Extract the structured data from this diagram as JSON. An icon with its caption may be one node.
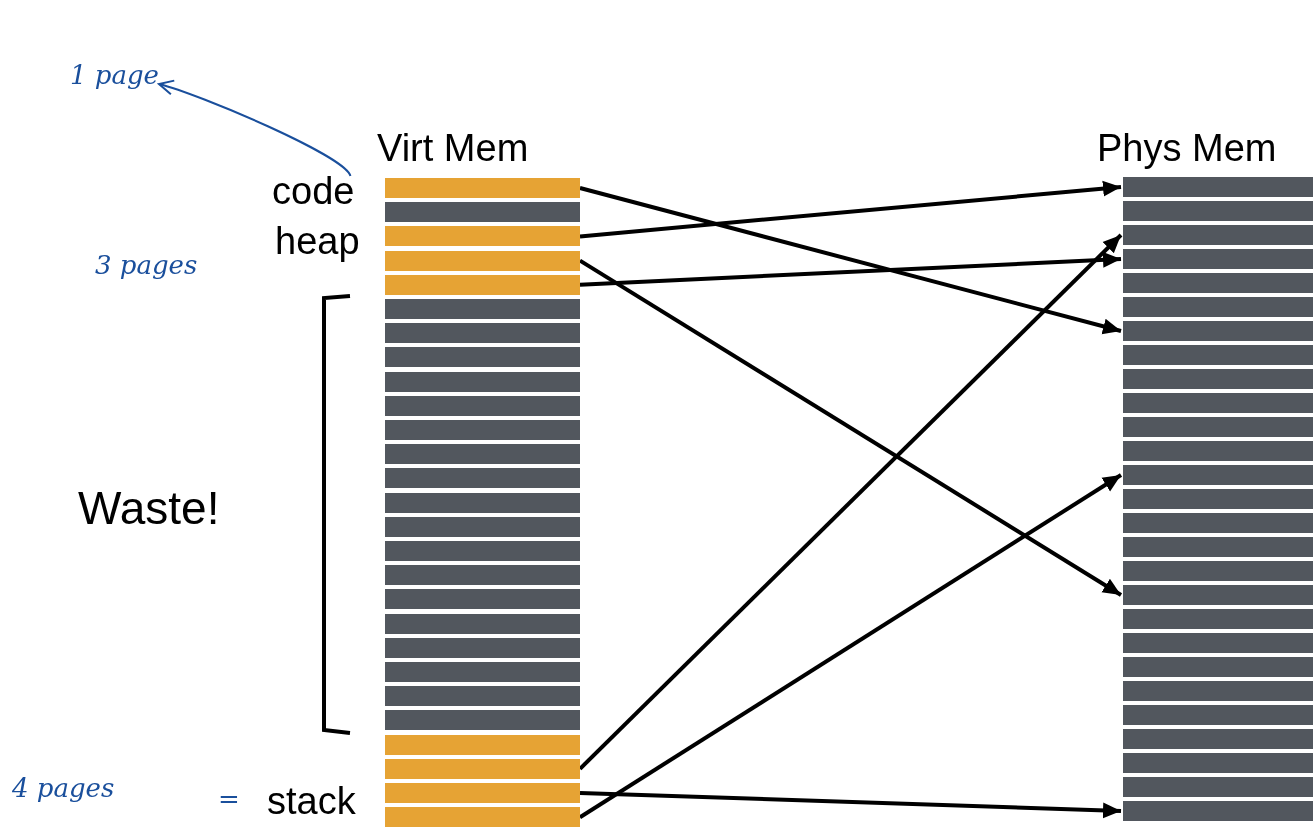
{
  "diagram": {
    "nodes": [
      {
        "text": [
          "Virt Mem"
        ]
      },
      {
        "text": [],
        "shape": "bar",
        "in": 0
      },
      {
        "text": [],
        "shape": "bar",
        "in": 0
      },
      {
        "text": [],
        "shape": "bar",
        "in": 0
      },
      {
        "text": [],
        "shape": "bar",
        "in": 0
      },
      {
        "text": [],
        "shape": "bar",
        "in": 0
      },
      {
        "text": [],
        "shape": "bar",
        "in": 0
      },
      {
        "text": [],
        "shape": "bar",
        "in": 0
      },
      {
        "text": [],
        "shape": "bar",
        "in": 0
      },
      {
        "text": [],
        "shape": "bar",
        "in": 0
      },
      {
        "text": [],
        "shape": "bar",
        "in": 0
      },
      {
        "text": [],
        "shape": "bar",
        "in": 0
      },
      {
        "text": [],
        "shape": "bar",
        "in": 0
      },
      {
        "text": [],
        "shape": "bar",
        "in": 0
      },
      {
        "text": [],
        "shape": "bar",
        "in": 0
      },
      {
        "text": [],
        "shape": "bar",
        "in": 0
      },
      {
        "text": [],
        "shape": "bar",
        "in": 0
      },
      {
        "text": [],
        "shape": "bar",
        "in": 0
      },
      {
        "text": [],
        "shape": "bar",
        "in": 0
      },
      {
        "text": [],
        "shape": "bar",
        "in": 0
      },
      {
        "text": [],
        "shape": "bar",
        "in": 0
      },
      {
        "text": [],
        "shape": "bar",
        "in": 0
      },
      {
        "text": [],
        "shape": "bar",
        "in": 0
      },
      {
        "text": [],
        "shape": "bar",
        "in": 0
      },
      {
        "text": [],
        "shape": "bar",
        "in": 0
      },
      {
        "text": [],
        "shape": "bar",
        "in": 0
      },
      {
        "text": [],
        "shape": "bar",
        "in": 0
      },
      {
        "text": [],
        "shape": "bar",
        "in": 0
      },
      {
        "text": [
          "Phys Mem"
        ]
      },
      {
        "text": [],
        "shape": "bar",
        "in": 28
      },
      {
        "text": [],
        "shape": "bar",
        "in": 28
      },
      {
        "text": [],
        "shape": "bar",
        "in": 28
      },
      {
        "text": [],
        "shape": "bar",
        "in": 28
      },
      {
        "text": [],
        "shape": "bar",
        "in": 28
      },
      {
        "text": [],
        "shape": "bar",
        "in": 28
      },
      {
        "text": [],
        "shape": "bar",
        "in": 28
      },
      {
        "text": [],
        "shape": "bar",
        "in": 28
      },
      {
        "text": [],
        "shape": "bar",
        "in": 28
      },
      {
        "text": [],
        "shape": "bar",
        "in": 28
      },
      {
        "text": [],
        "shape": "bar",
        "in": 28
      },
      {
        "text": [],
        "shape": "bar",
        "in": 28
      },
      {
        "text": [],
        "shape": "bar",
        "in": 28
      },
      {
        "text": [],
        "shape": "bar",
        "in": 28
      },
      {
        "text": [],
        "shape": "bar",
        "in": 28
      },
      {
        "text": [],
        "shape": "bar",
        "in": 28
      },
      {
        "text": [],
        "shape": "bar",
        "in": 28
      },
      {
        "text": [],
        "shape": "bar",
        "in": 28
      },
      {
        "text": [],
        "shape": "bar",
        "in": 28
      },
      {
        "text": [],
        "shape": "bar",
        "in": 28
      },
      {
        "text": [],
        "shape": "bar",
        "in": 28
      },
      {
        "text": [],
        "shape": "bar",
        "in": 28
      },
      {
        "text": [],
        "shape": "bar",
        "in": 28
      },
      {
        "text": [],
        "shape": "bar",
        "in": 28
      },
      {
        "text": [],
        "shape": "bar",
        "in": 28
      },
      {
        "text": [],
        "shape": "bar",
        "in": 28
      },
      {
        "text": [],
        "shape": "bar",
        "in": 28
      },
      {
        "text": [
          "1 page"
        ]
      },
      {
        "text": [
          "code"
        ]
      }
    ],
    "edges": [
      {
        "from": 1,
        "to": 35,
        "arrow": "to"
      },
      {
        "from": 3,
        "to": 29,
        "arrow": "to"
      },
      {
        "from": 4,
        "to": 46,
        "arrow": "to"
      },
      {
        "from": 5,
        "to": 32,
        "arrow": "to"
      },
      {
        "from": 25,
        "to": 31,
        "arrow": "to"
      },
      {
        "from": 26,
        "to": 55,
        "arrow": "to"
      },
      {
        "from": 27,
        "to": 41,
        "arrow": "to"
      },
      {
        "from": 57,
        "to": 56,
        "arrow": "to",
        "color": "#1a4f9c"
      }
    ],
    "labels": [
      "heap",
      "3 pages",
      "Waste!",
      "4 pages",
      "=",
      "stack"
    ]
  }
}
